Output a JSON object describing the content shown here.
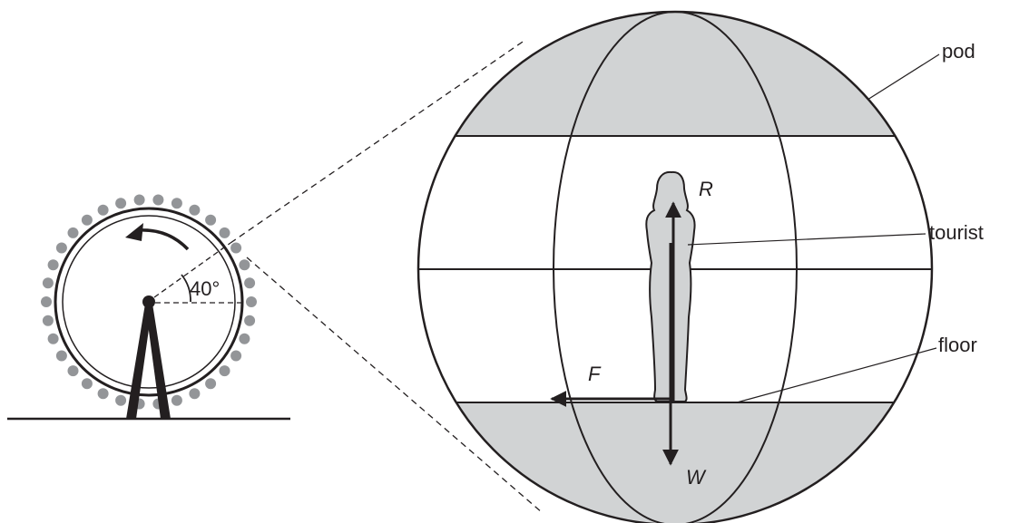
{
  "labels": {
    "angle": "40°",
    "pod": "pod",
    "tourist": "tourist",
    "floor": "floor",
    "force_r": "R",
    "force_f": "F",
    "force_w": "W"
  },
  "wheel": {
    "pod_count": 34,
    "rotation": "anticlockwise"
  },
  "colors": {
    "ink": "#231f20",
    "pod_fill": "#939598",
    "shade": "#d1d3d4"
  }
}
